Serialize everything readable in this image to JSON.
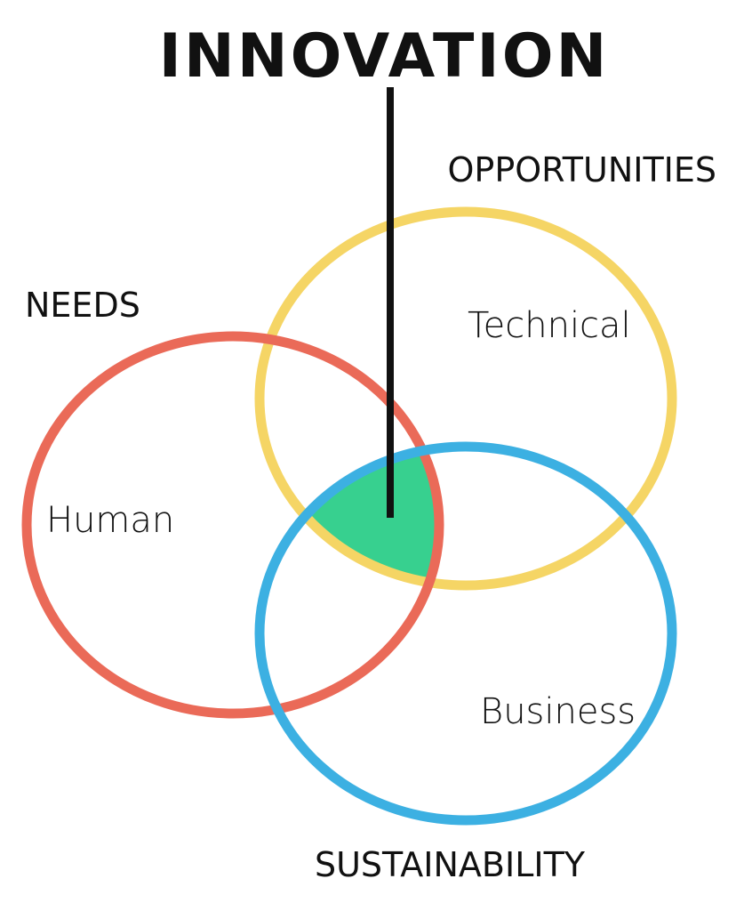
{
  "title": "INNOVATION",
  "headings": {
    "opportunities": "OPPORTUNITIES",
    "needs": "NEEDS",
    "sustainability": "SUSTAINABILITY"
  },
  "circles": {
    "human": {
      "label": "Human",
      "color": "#EA6A58"
    },
    "technical": {
      "label": "Technical",
      "color": "#F5D565"
    },
    "business": {
      "label": "Business",
      "color": "#3CB0E2"
    }
  },
  "intersection_color": "#37D08F",
  "line_color": "#111111",
  "text_color": "#111111"
}
